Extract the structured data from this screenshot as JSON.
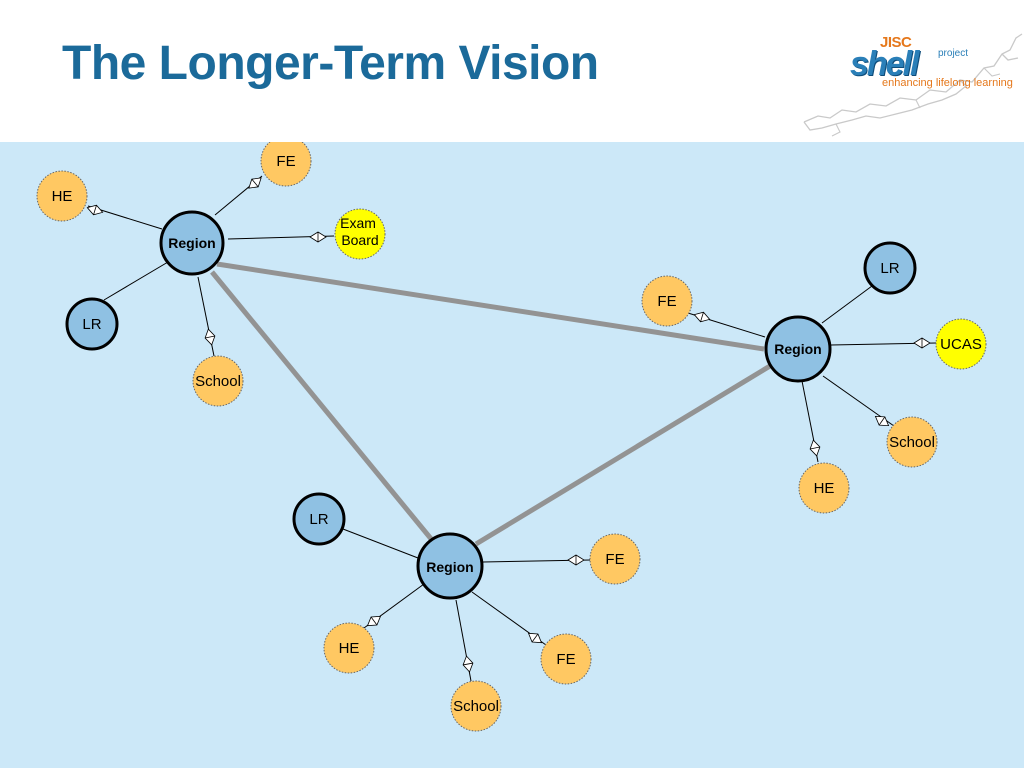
{
  "slide": {
    "title": "The Longer-Term Vision"
  },
  "logo": {
    "brand": "JISC",
    "name": "shell",
    "suffix": "project",
    "tagline": "enhancing lifelong learning"
  },
  "colors": {
    "title": "#1b6a9a",
    "background_panel": "#cce8f8",
    "region_fill": "#8fc1e3",
    "institution_fill": "#ffc862",
    "external_fill": "#ffff00",
    "region_link": "#939393",
    "spoke": "#000000"
  },
  "diagram": {
    "regions": [
      {
        "label": "Region",
        "nodes": [
          {
            "label": "FE",
            "kind": "institution"
          },
          {
            "label": "HE",
            "kind": "institution"
          },
          {
            "label": "Exam Board",
            "kind": "external"
          },
          {
            "label": "LR",
            "kind": "region-link"
          },
          {
            "label": "School",
            "kind": "institution"
          }
        ]
      },
      {
        "label": "Region",
        "nodes": [
          {
            "label": "LR",
            "kind": "region-link"
          },
          {
            "label": "FE",
            "kind": "institution"
          },
          {
            "label": "UCAS",
            "kind": "external"
          },
          {
            "label": "School",
            "kind": "institution"
          },
          {
            "label": "HE",
            "kind": "institution"
          }
        ]
      },
      {
        "label": "Region",
        "nodes": [
          {
            "label": "LR",
            "kind": "region-link"
          },
          {
            "label": "FE",
            "kind": "institution"
          },
          {
            "label": "HE",
            "kind": "institution"
          },
          {
            "label": "FE",
            "kind": "institution"
          },
          {
            "label": "School",
            "kind": "institution"
          }
        ]
      }
    ]
  }
}
